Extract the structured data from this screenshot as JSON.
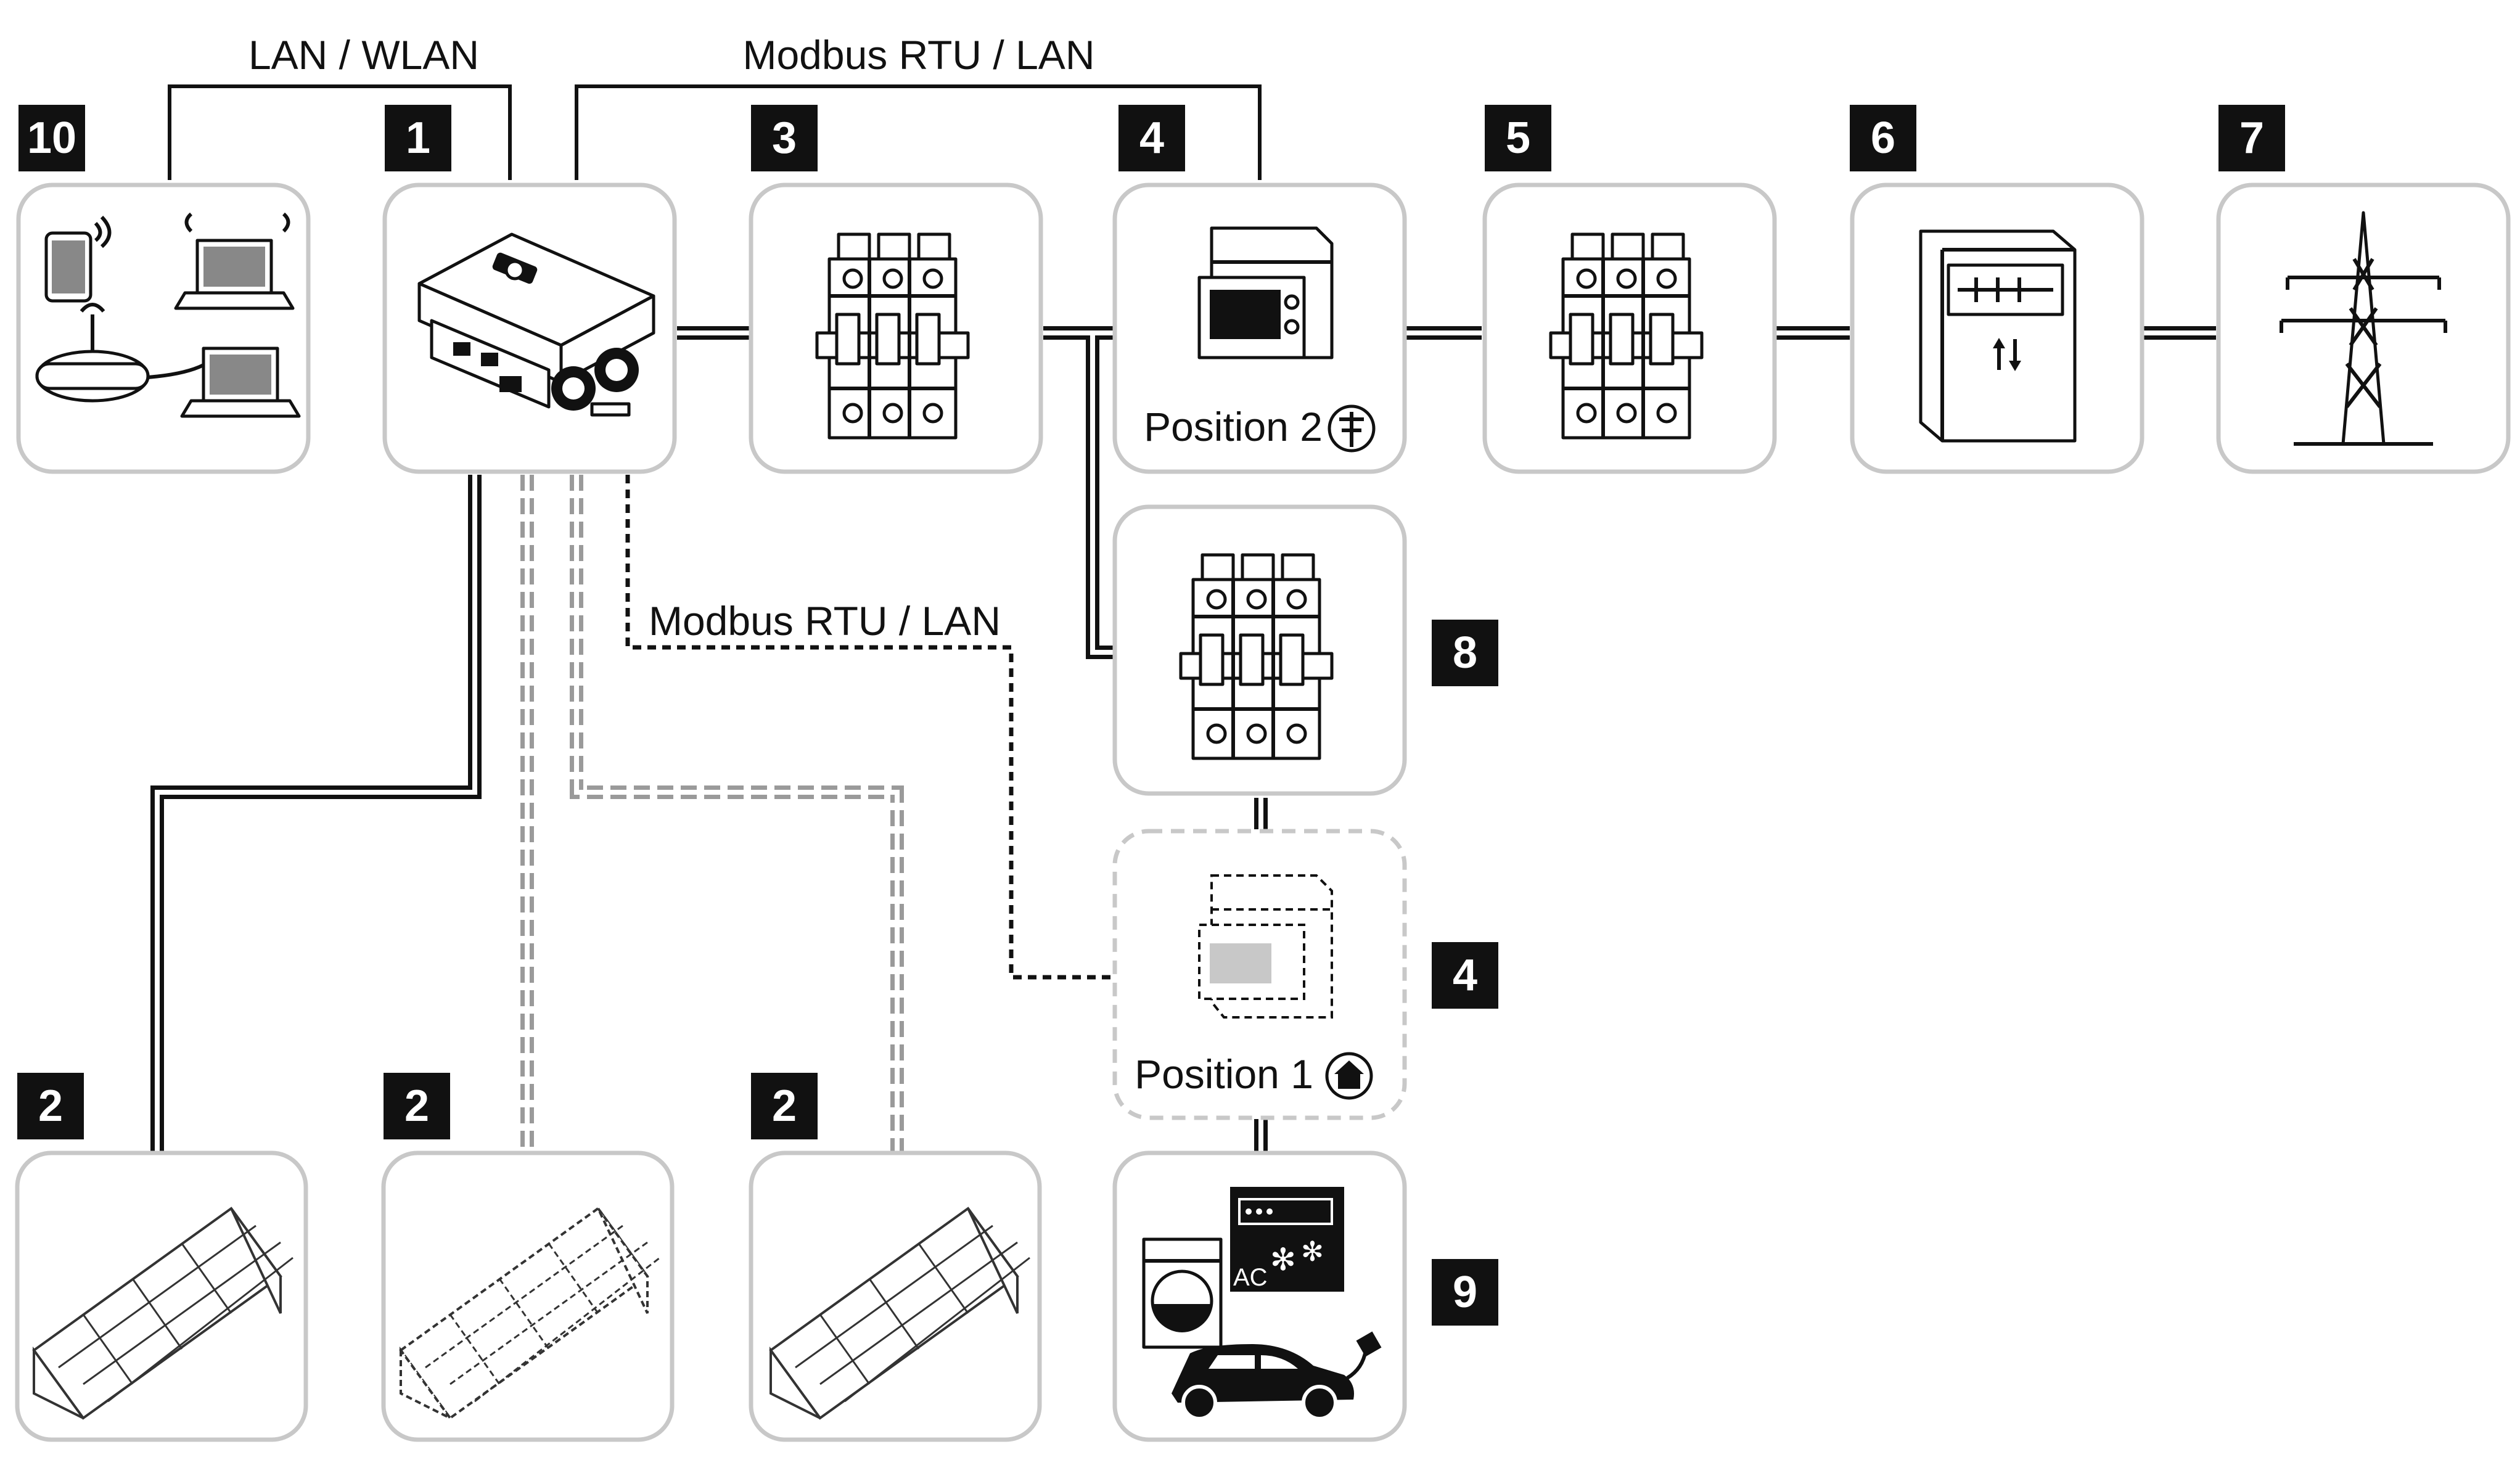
{
  "connections": {
    "lan_wlan_label": "LAN / WLAN",
    "modbus_top_label": "Modbus RTU / LAN",
    "modbus_mid_label": "Modbus RTU / LAN"
  },
  "components": [
    {
      "id": "n10",
      "number": "10",
      "icon": "network-devices-icon"
    },
    {
      "id": "n1",
      "number": "1",
      "icon": "inverter-icon"
    },
    {
      "id": "n3",
      "number": "3",
      "icon": "circuit-breaker-icon"
    },
    {
      "id": "n4a",
      "number": "4",
      "icon": "energy-meter-icon",
      "caption": "Position 2"
    },
    {
      "id": "n5",
      "number": "5",
      "icon": "circuit-breaker-icon"
    },
    {
      "id": "n6",
      "number": "6",
      "icon": "feed-meter-icon"
    },
    {
      "id": "n7",
      "number": "7",
      "icon": "power-pylon-icon"
    },
    {
      "id": "n8",
      "number": "8",
      "icon": "circuit-breaker-icon"
    },
    {
      "id": "n4b",
      "number": "4",
      "icon": "energy-meter-optional-icon",
      "caption": "Position 1"
    },
    {
      "id": "n9",
      "number": "9",
      "icon": "household-consumers-icon"
    },
    {
      "id": "n2a",
      "number": "2",
      "icon": "pv-array-icon"
    },
    {
      "id": "n2b",
      "number": "2",
      "icon": "pv-array-optional-icon"
    },
    {
      "id": "n2c",
      "number": "2",
      "icon": "pv-array-optional-icon"
    }
  ],
  "consumer_label": "AC",
  "colors": {
    "box_border": "#c8c8c8",
    "line": "#111111",
    "badge": "#111111",
    "optional_line": "#9a9a9a"
  }
}
